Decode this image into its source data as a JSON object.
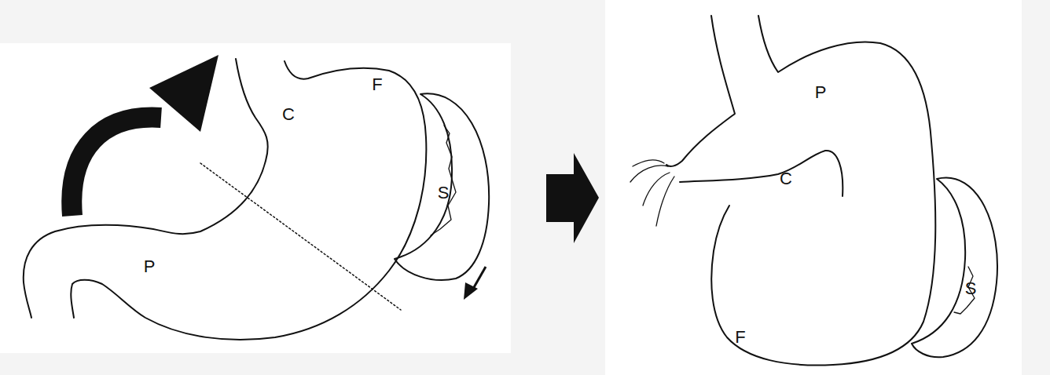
{
  "diagram": {
    "labels": [
      "C",
      "F",
      "S",
      "P",
      "P",
      "C",
      "F",
      "S"
    ]
  }
}
